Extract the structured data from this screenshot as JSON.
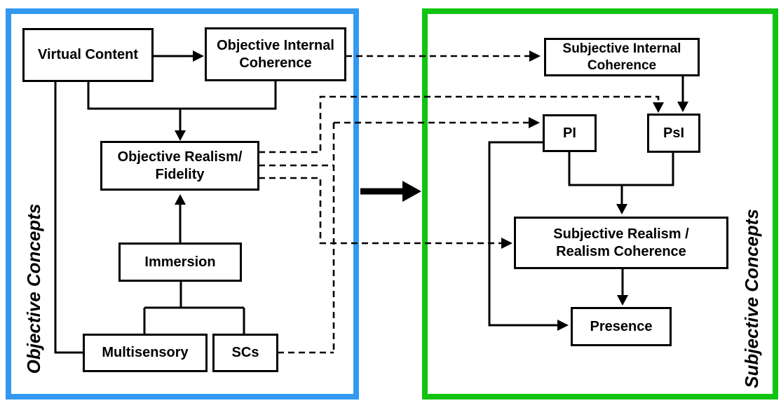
{
  "panels": {
    "objective": {
      "title": "Objective Concepts",
      "border_color": "#3399F0"
    },
    "subjective": {
      "title": "Subjective Concepts",
      "border_color": "#12C412"
    }
  },
  "nodes": {
    "virtual_content": {
      "label": "Virtual Content"
    },
    "objective_internal_coherence": {
      "label": "Objective Internal\nCoherence"
    },
    "objective_realism": {
      "label": "Objective Realism/\nFidelity"
    },
    "immersion": {
      "label": "Immersion"
    },
    "multisensory": {
      "label": "Multisensory"
    },
    "scs": {
      "label": "SCs"
    },
    "subjective_internal_coherence": {
      "label": "Subjective Internal\nCoherence"
    },
    "pi": {
      "label": "PI"
    },
    "psi": {
      "label": "PsI"
    },
    "subjective_realism": {
      "label": "Subjective Realism /\nRealism Coherence"
    },
    "presence": {
      "label": "Presence"
    }
  }
}
